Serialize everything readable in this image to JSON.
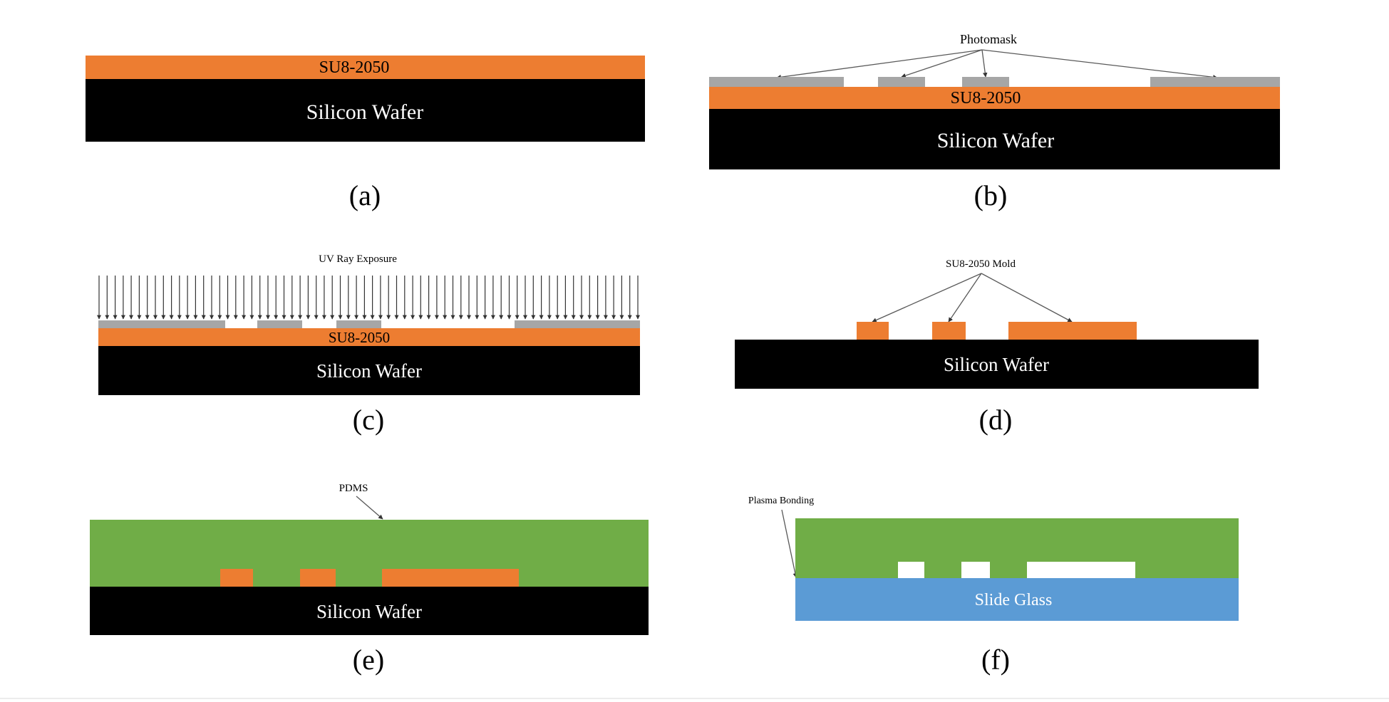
{
  "panels": {
    "a": {
      "caption": "(a)",
      "su8_label": "SU8-2050",
      "wafer_label": "Silicon Wafer"
    },
    "b": {
      "caption": "(b)",
      "callout": "Photomask",
      "su8_label": "SU8-2050",
      "wafer_label": "Silicon Wafer"
    },
    "c": {
      "caption": "(c)",
      "callout": "UV Ray Exposure",
      "su8_label": "SU8-2050",
      "wafer_label": "Silicon Wafer"
    },
    "d": {
      "caption": "(d)",
      "callout": "SU8-2050 Mold",
      "wafer_label": "Silicon Wafer"
    },
    "e": {
      "caption": "(e)",
      "callout": "PDMS",
      "wafer_label": "Silicon Wafer"
    },
    "f": {
      "caption": "(f)",
      "callout": "Plasma Bonding",
      "glass_label": "Slide Glass"
    }
  },
  "colors": {
    "su8": "#ed7d31",
    "wafer": "#000000",
    "photomask": "#a6a6a6",
    "pdms": "#70ad47",
    "glass": "#5b9bd5",
    "wafer_text": "#ffffff",
    "glass_text": "#ffffff",
    "ink": "#000000",
    "line": "#595959"
  }
}
